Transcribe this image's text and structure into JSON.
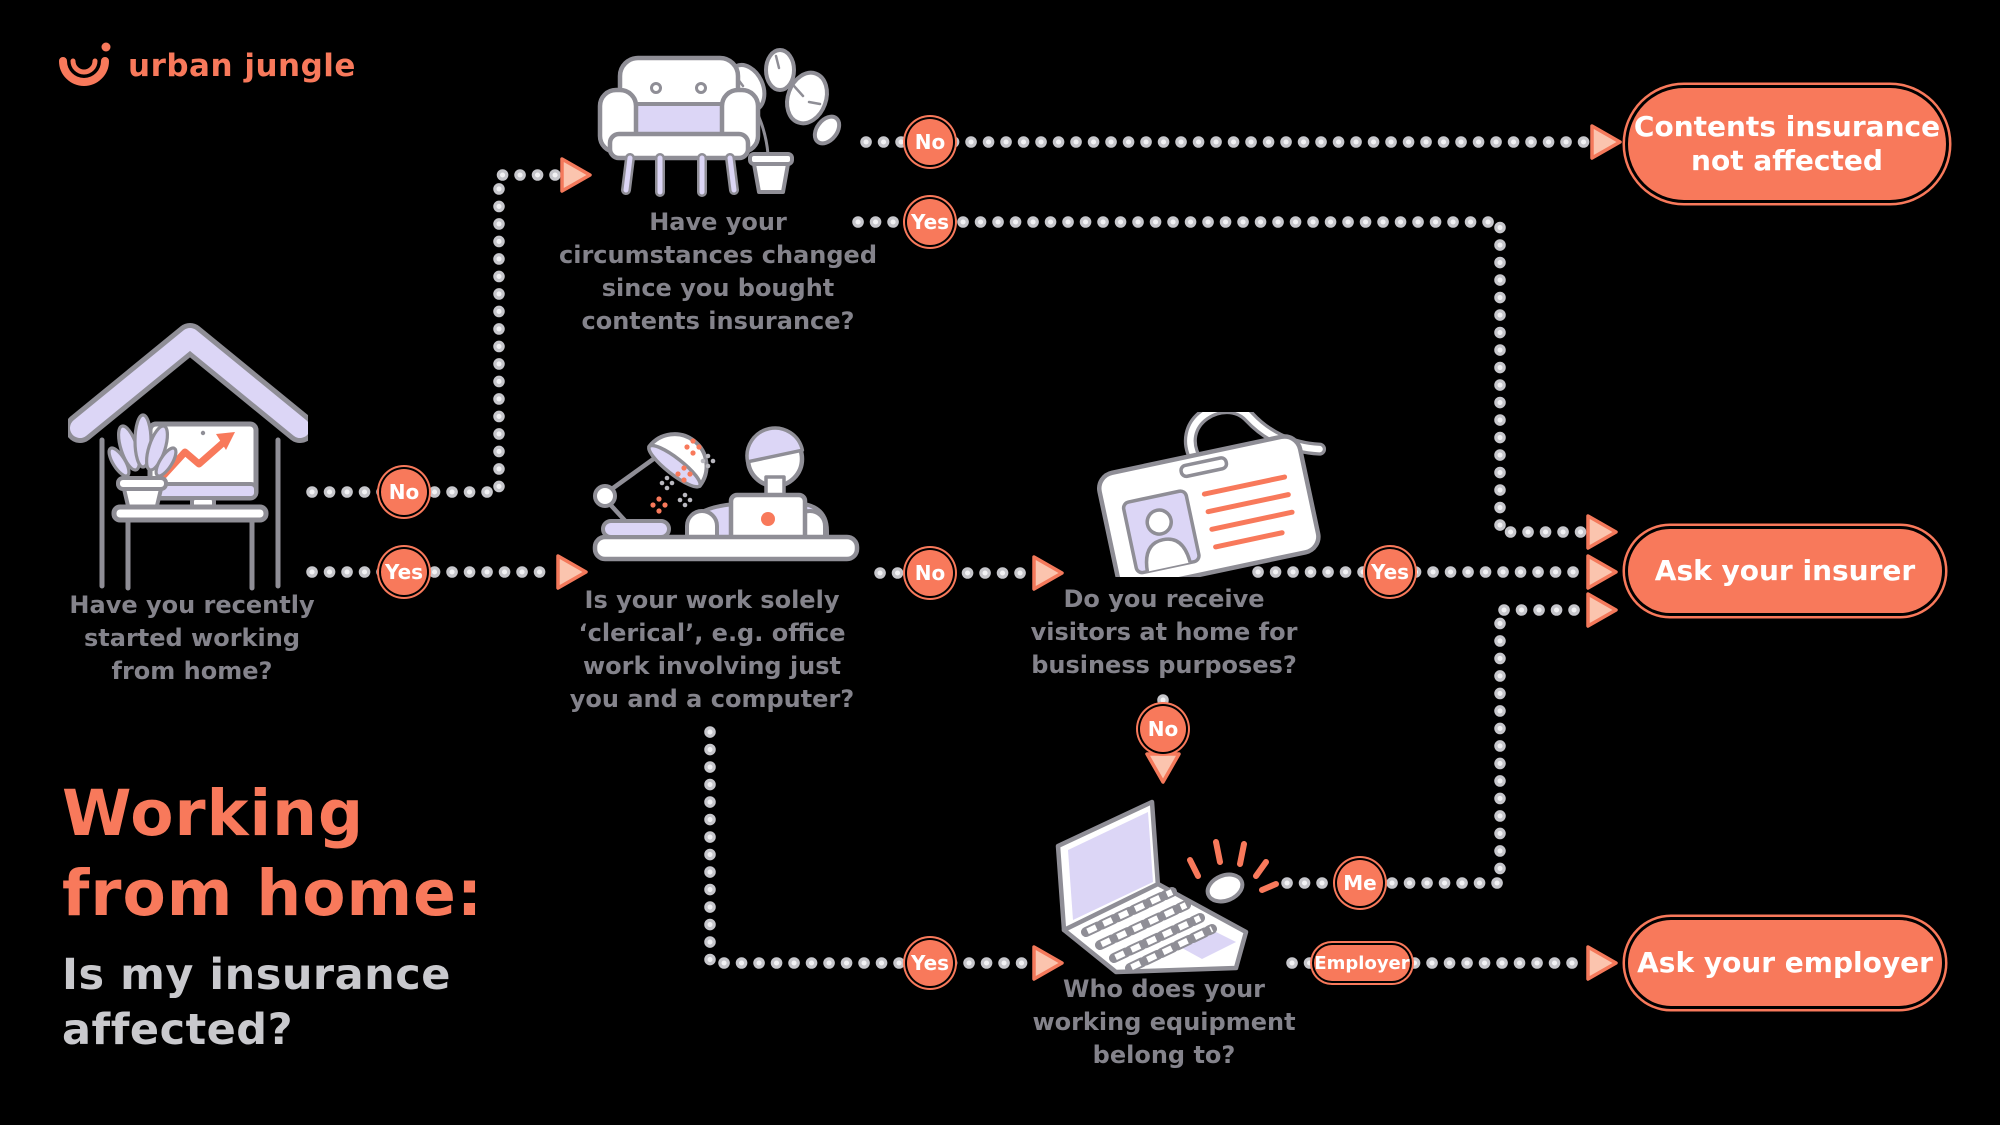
{
  "brand": {
    "name": "urban jungle"
  },
  "title": {
    "heading_lines": [
      "Working",
      "from home:"
    ],
    "subheading_lines": [
      "Is my insurance",
      "affected?"
    ]
  },
  "nodes": {
    "home": {
      "question_lines": [
        "Have you recently",
        "started working",
        "from home?"
      ]
    },
    "circumstances": {
      "question_lines": [
        "Have your",
        "circumstances changed",
        "since you bought",
        "contents insurance?"
      ]
    },
    "clerical": {
      "question_lines": [
        "Is your work solely",
        "‘clerical’, e.g. office",
        "work involving just",
        "you and a computer?"
      ]
    },
    "visitors": {
      "question_lines": [
        "Do you receive",
        "visitors at home for",
        "business purposes?"
      ]
    },
    "equipment": {
      "question_lines": [
        "Who does your",
        "working equipment",
        "belong to?"
      ]
    }
  },
  "labels": {
    "home_no": "No",
    "home_yes": "Yes",
    "circumstances_no": "No",
    "circumstances_yes": "Yes",
    "clerical_no": "No",
    "clerical_yes": "Yes",
    "visitors_no": "No",
    "visitors_yes": "Yes",
    "equipment_me": "Me",
    "equipment_employer": "Employer"
  },
  "outcomes": {
    "not_affected_lines": [
      "Contents insurance",
      "not affected"
    ],
    "ask_insurer": "Ask your insurer",
    "ask_employer": "Ask your employer"
  },
  "colors": {
    "accent": "#F8795B",
    "accent_light": "#FBC4AE",
    "lavender": "#DCD6F6",
    "outline_gray": "#8F8E96",
    "question_text": "#84838B",
    "subtitle_text": "#C9C9CD",
    "background": "#000000"
  }
}
